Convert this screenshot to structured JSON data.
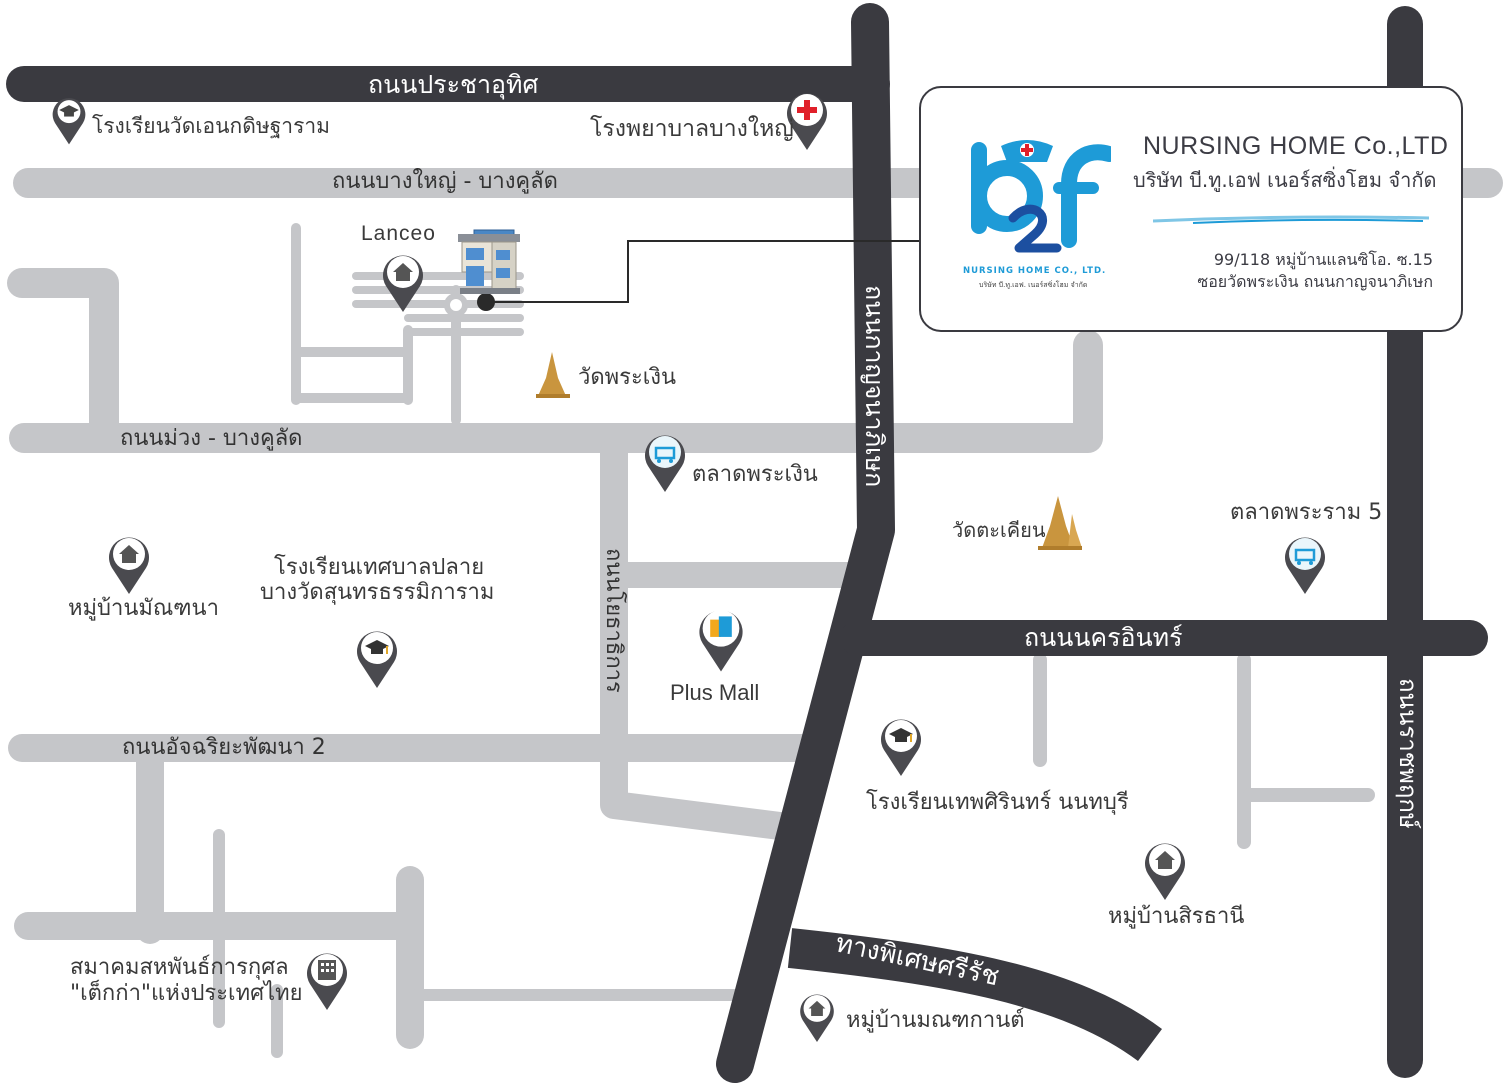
{
  "roads": {
    "prachautit": "ถนนประชาอุทิศ",
    "bangyai_bangkulat": "ถนนบางใหญ่ - บางคูลัด",
    "muang_bangkulat": "ถนนม่วง - บางคูลัด",
    "kanchanaphisek": "ถนนกาญจนาภิเษก",
    "nakharin": "ถนนนครอินทร์",
    "yothathikan": "ถนนโยธาธิการ",
    "atcharia_phatthana": "ถนนอัจฉริยะพัฒนา 2",
    "sri_rat_expressway": "ทางพิเศษศรีรัช",
    "rama5": "ถนนราชพฤกษ์"
  },
  "places": {
    "school_wat_ekkadit": "โรงเรียนวัดเอนกดิษฐาราม",
    "bangyai_hospital": "โรงพยาบาลบางใหญ่",
    "lanceo": "Lanceo",
    "wat_phra_ngoen": "วัดพระเงิน",
    "talat_phra_ngoen": "ตลาดพระเงิน",
    "wat_takhian": "วัดตะเคียน",
    "talat_rama5": "ตลาดพระราม 5",
    "village_manthana": "หมู่บ้านมัณฑนา",
    "school_plai_line1": "โรงเรียนเทศบาลปลาย",
    "school_plai_line2": "บางวัดสุนทรธรรมิการาม",
    "plus_mall": "Plus Mall",
    "school_thepsirin": "โรงเรียนเทพศิรินทร์ นนทบุรี",
    "village_sirathanee": "หมู่บ้านสิรธานี",
    "association_line1": "สมาคมสหพันธ์การกุศล",
    "association_line2": "\"เต็กก่า\"แห่งประเทศไทย",
    "village_montakan": "หมู่บ้านมณฑกานต์"
  },
  "company": {
    "name_en": "NURSING HOME Co.,LTD",
    "name_th": "บริษัท บี.ทู.เอฟ เนอร์สซิ่งโฮม จำกัด",
    "address_line1": "99/118 หมู่บ้านแลนซิโอ. ซ.15",
    "address_line2": "ซอยวัดพระเงิน ถนนกาญจนาภิเษก",
    "logo_sub1": "NURSING HOME CO., LTD.",
    "logo_sub2": "บริษัท บี.ทู.เอฟ. เนอร์สซิ่งโฮม จำกัด"
  },
  "colors": {
    "major_road": "#3a3a40",
    "minor_road": "#c5c6c9",
    "pin_outer": "#4a4a4f",
    "logo_blue": "#1e9bd7",
    "logo_dark_blue": "#1c4fa0",
    "cross_red": "#e0202a",
    "temple_gold": "#c9953e"
  },
  "icons": [
    "school-icon",
    "hospital-icon",
    "home-icon",
    "cart-icon",
    "shopping-bag-icon",
    "building-icon",
    "temple-icon"
  ]
}
